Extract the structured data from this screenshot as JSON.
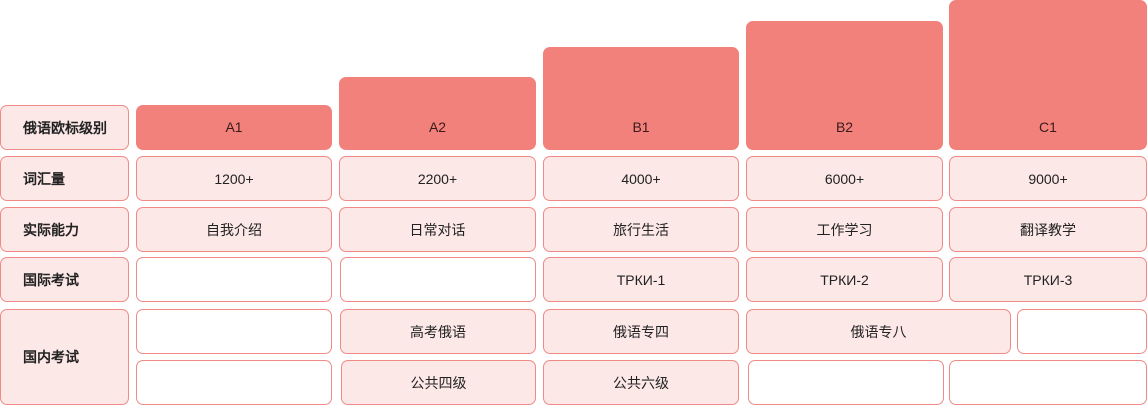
{
  "row_labels": {
    "level": "俄语欧标级别",
    "vocab": "词汇量",
    "ability": "实际能力",
    "intl_exam": "国际考试",
    "domestic_exam": "国内考试"
  },
  "levels": [
    "A1",
    "A2",
    "B1",
    "B2",
    "C1"
  ],
  "vocab": [
    "1200+",
    "2200+",
    "4000+",
    "6000+",
    "9000+"
  ],
  "ability": [
    "自我介绍",
    "日常对话",
    "旅行生活",
    "工作学习",
    "翻译教学"
  ],
  "intl_exam": [
    "",
    "",
    "ТРКИ-1",
    "ТРКИ-2",
    "ТРКИ-3"
  ],
  "domestic_exam": {
    "row1": [
      "",
      "高考俄语",
      "俄语专四",
      "俄语专八",
      ""
    ],
    "row2": [
      "",
      "公共四级",
      "公共六级",
      "",
      ""
    ]
  },
  "colors": {
    "accent": "#f2817c",
    "light_fill": "#fde8e8",
    "border": "#f08a86"
  }
}
